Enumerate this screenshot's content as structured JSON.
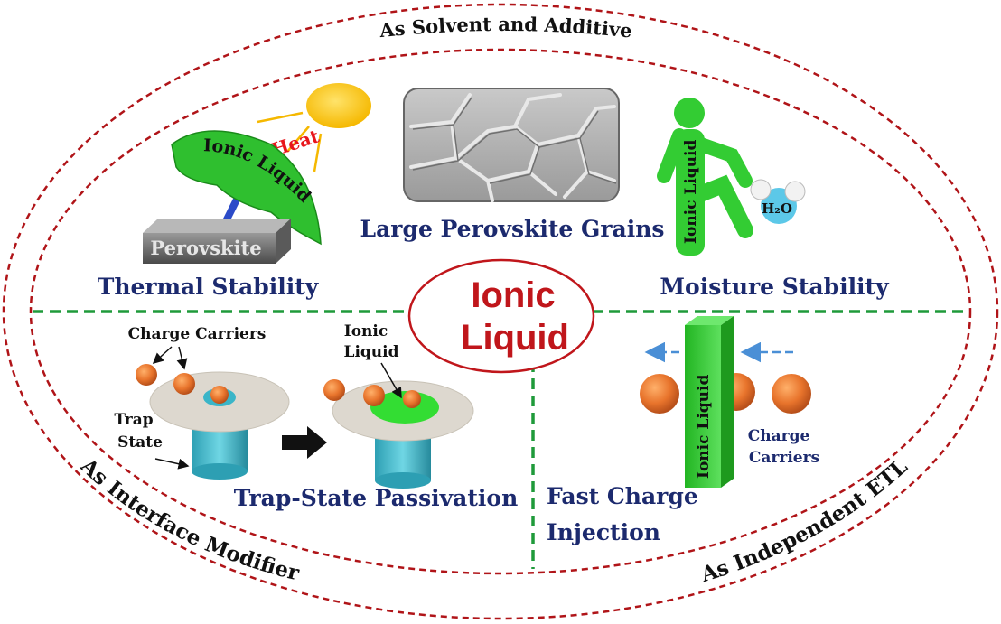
{
  "rings": {
    "outer_top": "As Solvent and Additive",
    "lower_left": "As Interface Modifier",
    "lower_right": "As Independent ETL"
  },
  "center": {
    "line1": "Ionic",
    "line2": "Liquid"
  },
  "panels": {
    "thermal": {
      "heat": "Heat",
      "umbrella": "Ionic Liquid",
      "substrate": "Perovskite",
      "caption": "Thermal Stability"
    },
    "grains": {
      "caption": "Large Perovskite Grains"
    },
    "moisture": {
      "figure": "Ionic Liquid",
      "water": "H₂O",
      "caption": "Moisture Stability"
    },
    "trap": {
      "charge_carriers": "Charge Carriers",
      "trap_state_1": "Trap",
      "trap_state_2": "State",
      "ionic_1": "Ionic",
      "ionic_2": "Liquid",
      "caption": "Trap-State Passivation"
    },
    "injection": {
      "slab": "Ionic Liquid",
      "carriers_1": "Charge",
      "carriers_2": "Carriers",
      "caption_1": "Fast Charge",
      "caption_2": "Injection"
    }
  },
  "colors": {
    "ring": "#b01418",
    "divider": "#1f9a3a",
    "navy": "#1c2a6e",
    "center_text": "#c0161b",
    "green": "#33cc33",
    "carrier": "#e8742c",
    "disk": "#ddd8cf",
    "cyan": "#3ab5c8"
  }
}
